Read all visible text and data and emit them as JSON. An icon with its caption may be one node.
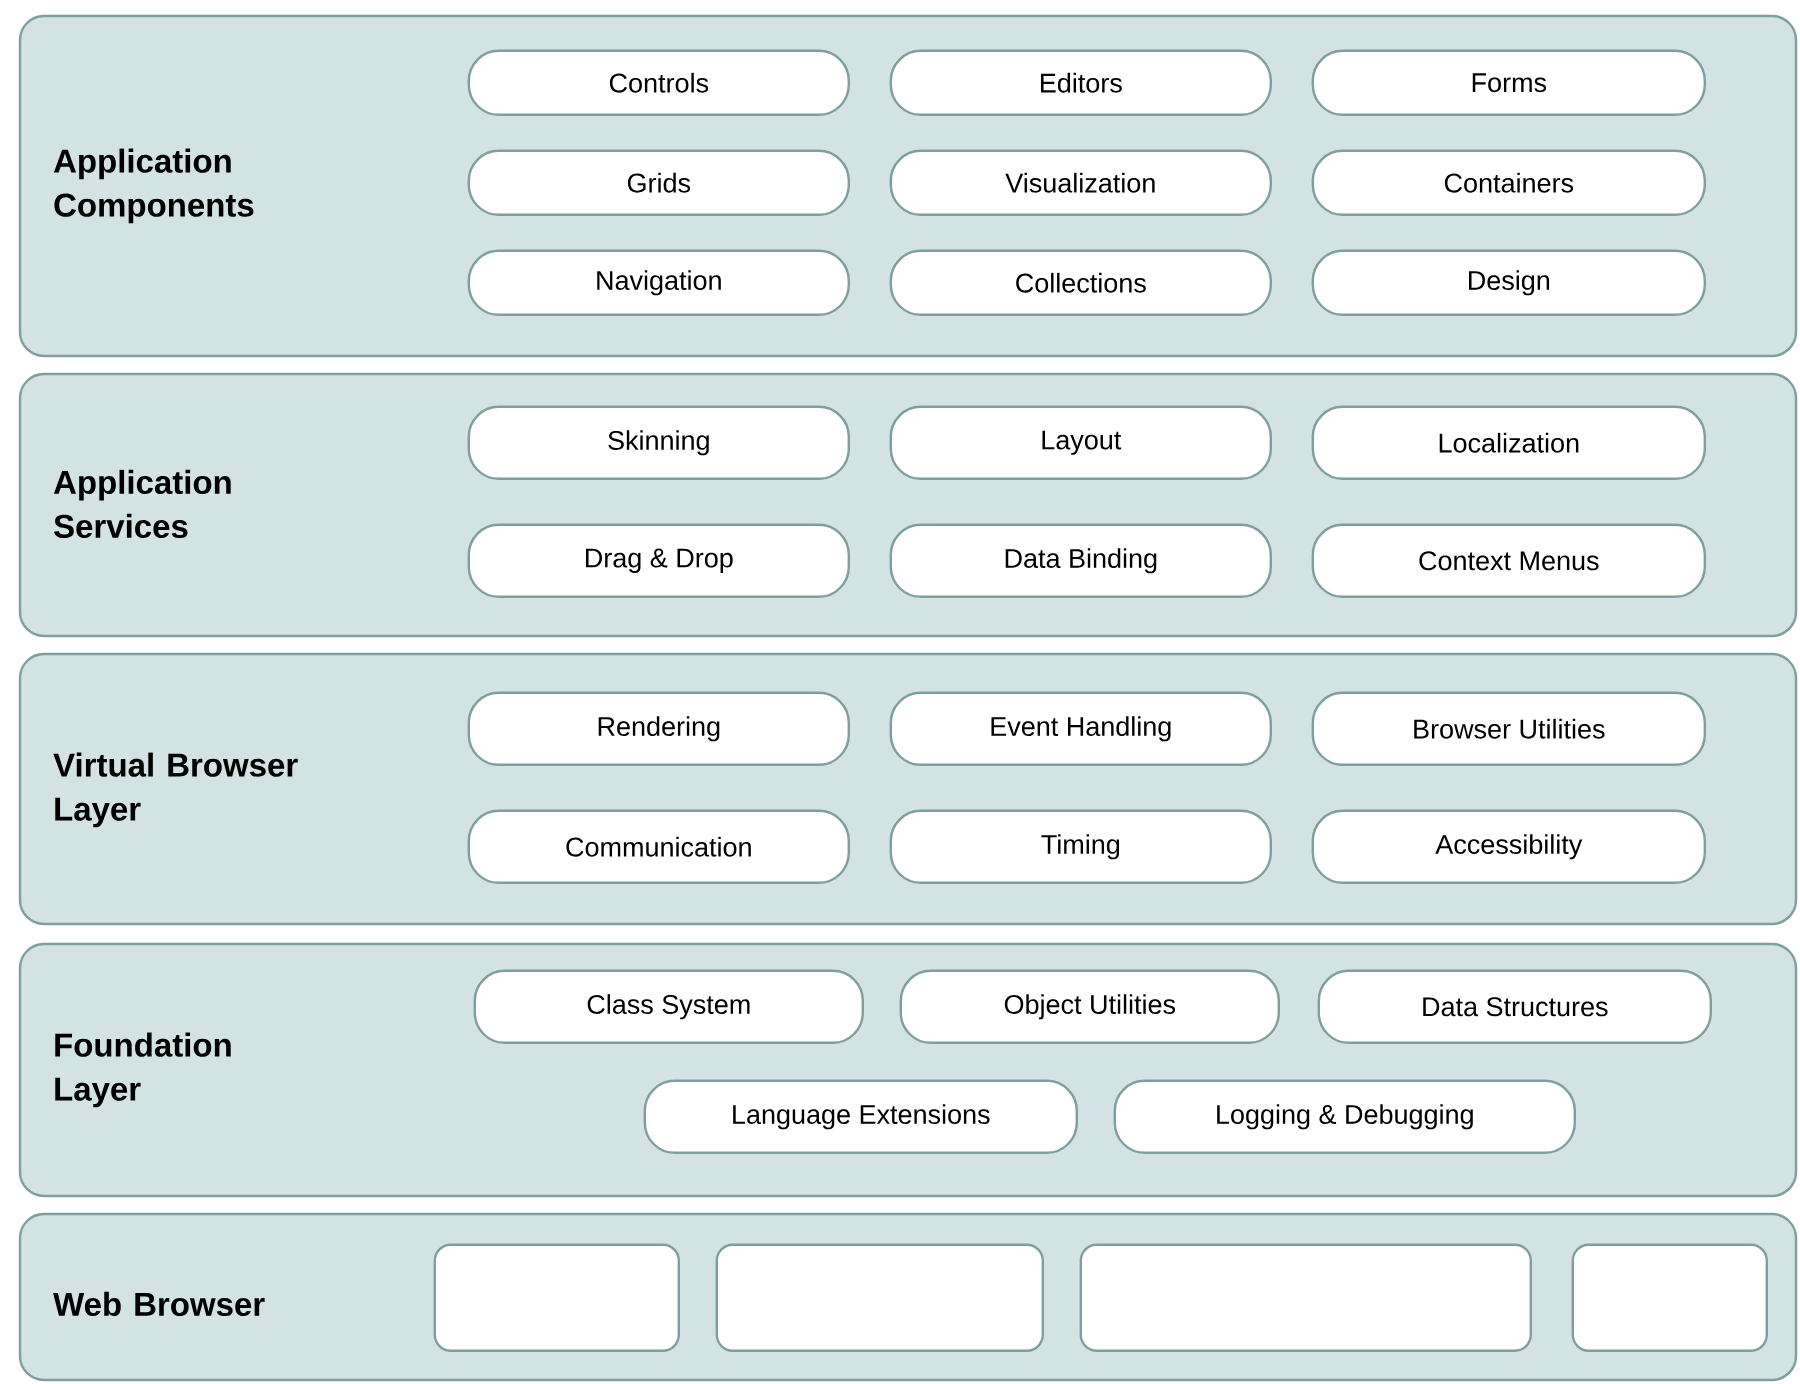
{
  "diagram": {
    "nodes": [
      {
        "text": [
          "Application Components"
        ]
      },
      {
        "text": [
          "Controls"
        ],
        "in": 0
      },
      {
        "text": [
          "Editors"
        ],
        "in": 0
      },
      {
        "text": [
          "Forms"
        ],
        "in": 0
      },
      {
        "text": [
          "Grids"
        ],
        "in": 0
      },
      {
        "text": [
          "Visualization"
        ],
        "in": 0
      },
      {
        "text": [
          "Containers"
        ],
        "in": 0
      },
      {
        "text": [
          "Navigation"
        ],
        "in": 0
      },
      {
        "text": [
          "Collections"
        ],
        "in": 0
      },
      {
        "text": [
          "Design"
        ],
        "in": 0
      },
      {
        "text": [
          "Application Services"
        ]
      },
      {
        "text": [
          "Skinning"
        ],
        "in": 10
      },
      {
        "text": [
          "Layout"
        ],
        "in": 10
      },
      {
        "text": [
          "Localization"
        ],
        "in": 10
      },
      {
        "text": [
          "Drag & Drop"
        ],
        "in": 10
      },
      {
        "text": [
          "Data Binding"
        ],
        "in": 10
      },
      {
        "text": [
          "Context Menus"
        ],
        "in": 10
      },
      {
        "text": [
          "Virtual Browser Layer"
        ]
      },
      {
        "text": [
          "Rendering"
        ],
        "in": 17
      },
      {
        "text": [
          "Event Handling"
        ],
        "in": 17
      },
      {
        "text": [
          "Browser Utilities"
        ],
        "in": 17
      },
      {
        "text": [
          "Communication"
        ],
        "in": 17
      },
      {
        "text": [
          "Timing"
        ],
        "in": 17
      },
      {
        "text": [
          "Accessibility"
        ],
        "in": 17
      },
      {
        "text": [
          "Foundation Layer"
        ]
      },
      {
        "text": [
          "Class System"
        ],
        "in": 24
      },
      {
        "text": [
          "Object Utilities"
        ],
        "in": 24
      },
      {
        "text": [
          "Data Structures"
        ],
        "in": 24
      },
      {
        "text": [
          "Language Extensions"
        ],
        "in": 24
      },
      {
        "text": [
          "Logging & Debugging"
        ],
        "in": 24
      },
      {
        "text": [
          "Web Browser"
        ]
      },
      {
        "text": [],
        "shape": "box",
        "in": 30
      },
      {
        "text": [],
        "shape": "box",
        "in": 30
      },
      {
        "text": [],
        "shape": "box",
        "in": 30
      },
      {
        "text": [],
        "shape": "box",
        "in": 30
      }
    ]
  }
}
